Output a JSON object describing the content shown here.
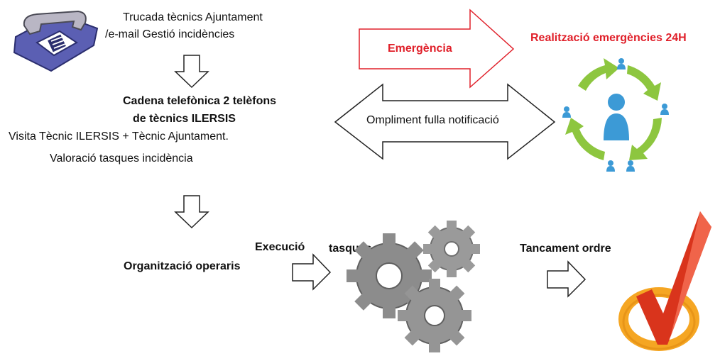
{
  "step1": {
    "line1": "Trucada tècnics Ajuntament",
    "line2": "/e-mail  Gestió incidències"
  },
  "step2": {
    "line1": "Cadena telefònica 2 telèfons",
    "line2": "de tècnics ILERSIS",
    "line3": "Visita Tècnic ILERSIS + Tècnic Ajuntament.",
    "line4": "Valoració tasques incidència"
  },
  "emergency": {
    "arrow_label": "Emergència",
    "title": "Realització emergències 24H"
  },
  "notification": {
    "arrow_label": "Ompliment fulla notificació"
  },
  "step3": {
    "label": "Organització operaris"
  },
  "step4": {
    "label_a": "Execució",
    "label_b": "tasques"
  },
  "step5": {
    "label": "Tancament ordre"
  },
  "icons": [
    "telephone-icon",
    "people-cycle-icon",
    "gears-icon",
    "checkmark-icon"
  ],
  "colors": {
    "emergency_red": "#e0202a",
    "cycle_green": "#8dc63f",
    "person_blue": "#3c9ad6",
    "gear_gray": "#8c8c8c",
    "check_orange": "#f5a623",
    "check_red": "#d9341c",
    "phone_purple": "#5b5fb3"
  }
}
